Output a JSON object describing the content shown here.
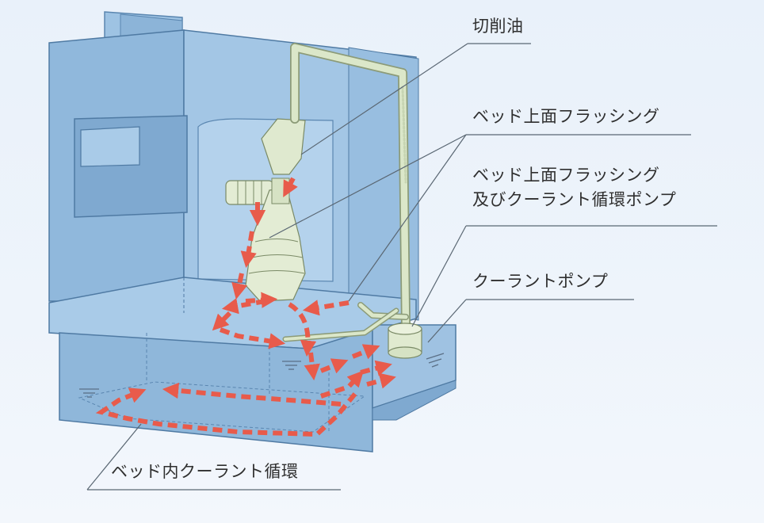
{
  "labels": {
    "cutting_oil": "切削油",
    "bed_top_flushing": "ベッド上面フラッシング",
    "bed_top_flushing_pump_line1": "ベッド上面フラッシング",
    "bed_top_flushing_pump_line2": "及びクーラント循環ポンプ",
    "coolant_pump": "クーラントポンプ",
    "bed_coolant_circulation": "ベッド内クーラント循環"
  },
  "colors": {
    "background": "#eaf2fa",
    "machine_body": "#8fb7da",
    "machine_dark": "#6f9cc6",
    "machine_edge": "#4f7aa3",
    "pipe": "#d9e6c8",
    "flow_arrow": "#e85b4b",
    "leader_line": "#5a6773"
  }
}
